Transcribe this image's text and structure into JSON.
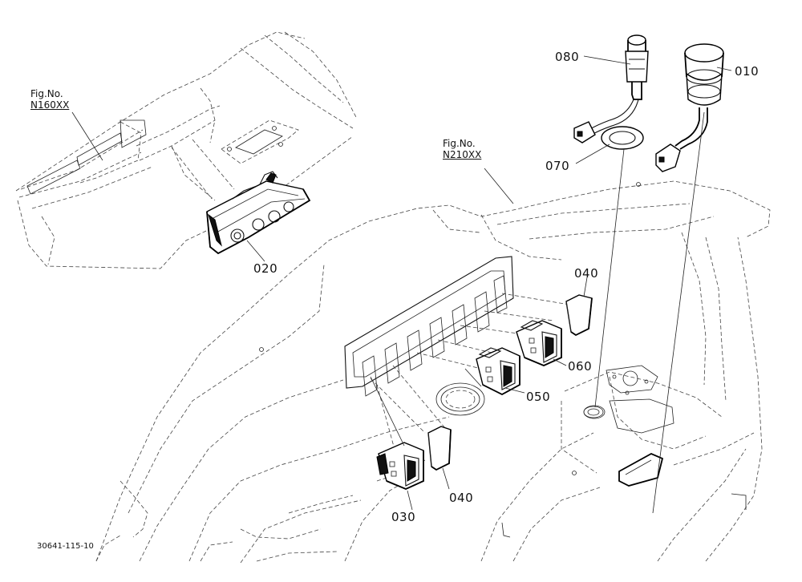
{
  "figure_refs": {
    "upper": {
      "caption": "Fig.No.",
      "number": "N160XX"
    },
    "lower": {
      "caption": "Fig.No.",
      "number": "N210XX"
    }
  },
  "callouts": {
    "p010": "010",
    "p020": "020",
    "p030": "030",
    "p040_upper": "040",
    "p040_lower": "040",
    "p050": "050",
    "p060": "060",
    "p070": "070",
    "p080": "080"
  },
  "drawing_code": "30641-115-10"
}
